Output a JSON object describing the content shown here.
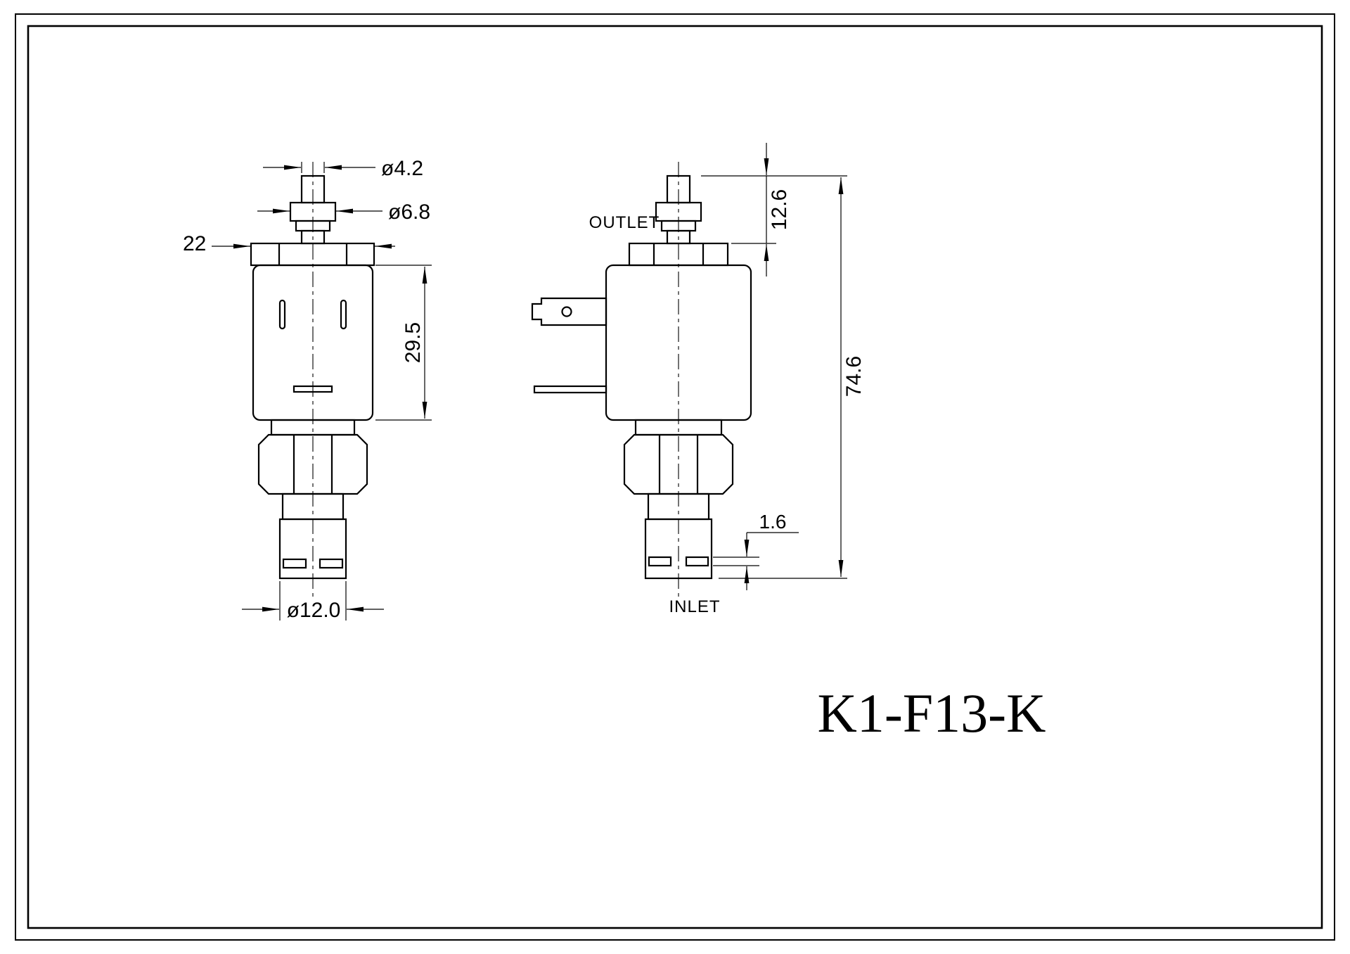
{
  "sheet": {
    "title": "K1-F13-K"
  },
  "front_view": {
    "dim_stem_diameter": "ø4.2",
    "dim_collar_diameter": "ø6.8",
    "dim_cap_width": "22",
    "dim_body_height": "29.5",
    "dim_base_diameter": "ø12.0"
  },
  "side_view": {
    "label_outlet": "OUTLET",
    "label_inlet": "INLET",
    "dim_stem_height": "12.6",
    "dim_total_height": "74.6",
    "dim_groove_width": "1.6"
  }
}
